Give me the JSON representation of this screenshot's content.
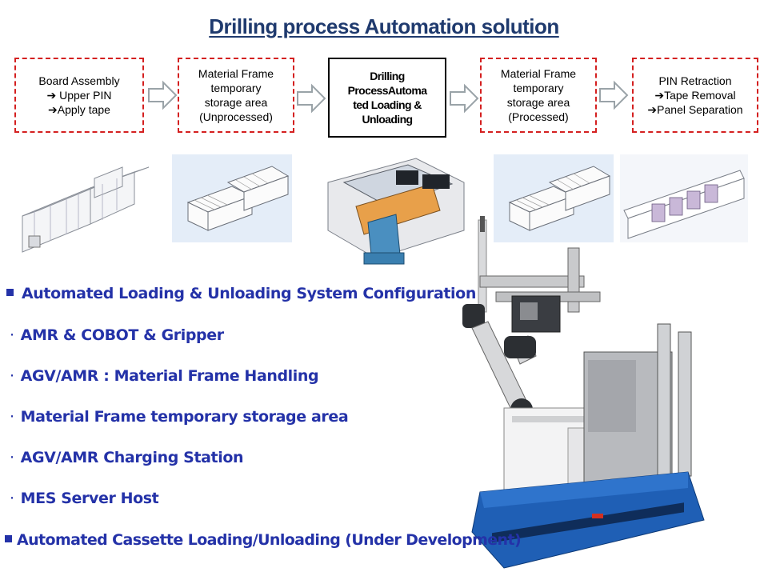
{
  "title": "Drilling process Automation solution",
  "steps": [
    {
      "text": "Board Assembly\n➔ Upper PIN\n➔Apply tape"
    },
    {
      "text": "Material Frame\ntemporary\nstorage area\n(Unprocessed)"
    },
    {
      "text": "Drilling\nProcessAutoma\nted Loading &\nUnloading"
    },
    {
      "text": "Material Frame\ntemporary\nstorage area\n(Processed)"
    },
    {
      "text": "PIN Retraction\n➔Tape Removal\n➔Panel Separation"
    }
  ],
  "arrow_icon": "block-right-arrow-icon",
  "features": {
    "heading": "Automated Loading & Unloading System Configuration",
    "items": [
      "AMR & COBOT & Gripper",
      "AGV/AMR : Material Frame Handling",
      "Material Frame temporary storage area",
      "AGV/AMR Charging Station",
      "MES Server Host"
    ],
    "footer": "Automated Cassette Loading/Unloading (Under Development)"
  },
  "colors": {
    "title": "#1f3a6e",
    "bullet_text": "#2432a8",
    "dashed_border": "#d42020",
    "agv_blue": "#1f5fb5"
  }
}
